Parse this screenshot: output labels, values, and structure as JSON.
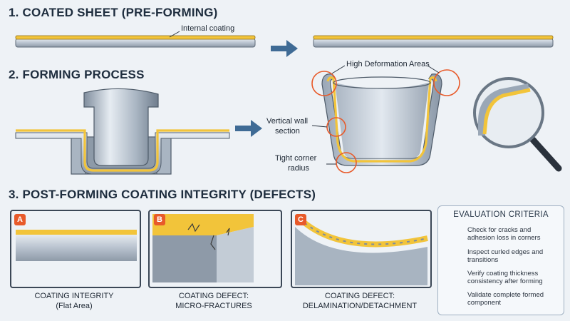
{
  "sections": {
    "s1_title": "1. COATED SHEET (PRE-FORMING)",
    "s2_title": "2. FORMING PROCESS",
    "s3_title": "3. POST-FORMING COATING INTEGRITY (DEFECTS)"
  },
  "labels": {
    "internal_coating": "Internal coating",
    "high_deformation": "High Deformation Areas",
    "vertical_wall_1": "Vertical wall",
    "vertical_wall_2": "section",
    "tight_corner_1": "Tight corner",
    "tight_corner_2": "radius"
  },
  "defects": [
    {
      "badge": "A",
      "caption_1": "COATING INTEGRITY",
      "caption_2": "(Flat Area)"
    },
    {
      "badge": "B",
      "caption_1": "COATING DEFECT:",
      "caption_2": "MICRO-FRACTURES"
    },
    {
      "badge": "C",
      "caption_1": "COATING DEFECT:",
      "caption_2": "DELAMINATION/DETACHMENT"
    }
  ],
  "evaluation": {
    "title": "EVALUATION CRITERIA",
    "items": [
      {
        "icon": "test-tubes-icon",
        "text": "Check for cracks and adhesion loss in corners"
      },
      {
        "icon": "inspection-pen-icon",
        "text": "Inspect curled edges and transitions"
      },
      {
        "icon": "thickness-gauge-icon",
        "text": "Verify coating thickness consistency after forming"
      },
      {
        "icon": "microscope-icon",
        "text": "Validate complete formed component"
      }
    ]
  },
  "colors": {
    "coating": "#f2c43a",
    "steel": "#b9c3cf",
    "accent": "#e85a2a",
    "arrow": "#3f6b95"
  }
}
